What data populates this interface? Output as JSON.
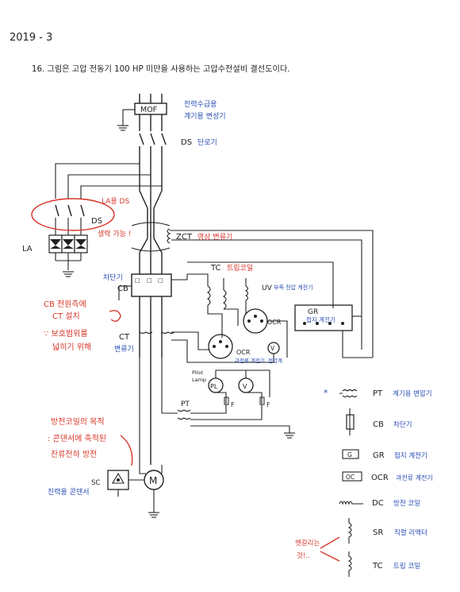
{
  "header": {
    "date": "2019 - 3",
    "question": "16. 그림은 고압 전동기 100 HP 미만을 사용하는 고압수전설비 결선도이다."
  },
  "labels": {
    "mof": "MOF",
    "mof_desc_1": "전력수급용",
    "mof_desc_2": "계기용 변성기",
    "ds": "DS",
    "ds_desc": "단로기",
    "la_ds": "LA용 DS",
    "ds_small": "DS",
    "la": "LA",
    "omit": "생략 가능 !",
    "zct": "ZCT",
    "zct_desc": "영상 변류기",
    "tc": "TC",
    "tc_desc": "트립코일",
    "uv": "UV",
    "uv_desc": "부족 전압 계전기",
    "cb_top": "차단기",
    "cb": "CB",
    "cb_note_1": "CB 전원측에",
    "cb_note_2": "CT 설치",
    "cb_note_3": "∵ 보호범위를",
    "cb_note_4": "넓히기 위해",
    "ct": "CT",
    "ct_desc": "변류기",
    "ocr1": "OCR",
    "ocr2": "OCR",
    "ocr_desc": "과전류 계전기",
    "v": "V",
    "v_desc": "전압계",
    "gr": "GR",
    "gr_desc": "접지 계전기",
    "pilot_1": "Pilot",
    "pilot_2": "Lamp",
    "pl": "PL",
    "v2": "V",
    "f1": "F",
    "f2": "F",
    "pt": "PT",
    "dc_note_1": "방전코일의 목적",
    "dc_note_2": ": 콘덴서에 축적된",
    "dc_note_3": "잔류전하 방전",
    "sc": "SC",
    "sc_desc": "진력용 콘덴서",
    "m": "M"
  },
  "legend": [
    {
      "abbr": "PT",
      "desc": "계기용 변압기",
      "star": "*"
    },
    {
      "abbr": "CB",
      "desc": "차단기"
    },
    {
      "abbr": "GR",
      "desc": "접지 계전기"
    },
    {
      "abbr": "OCR",
      "desc": "과전류 계전기"
    },
    {
      "abbr": "DC",
      "desc": "방전 코일"
    },
    {
      "abbr": "SR",
      "desc": "직렬 리액터"
    },
    {
      "abbr": "TC",
      "desc": "트립 코일"
    }
  ],
  "side_note": {
    "line1": "헷갈리는",
    "line2": "것!.."
  },
  "colors": {
    "ink": "#222222",
    "blue": "#2a4fb5",
    "red": "#d8372a"
  }
}
